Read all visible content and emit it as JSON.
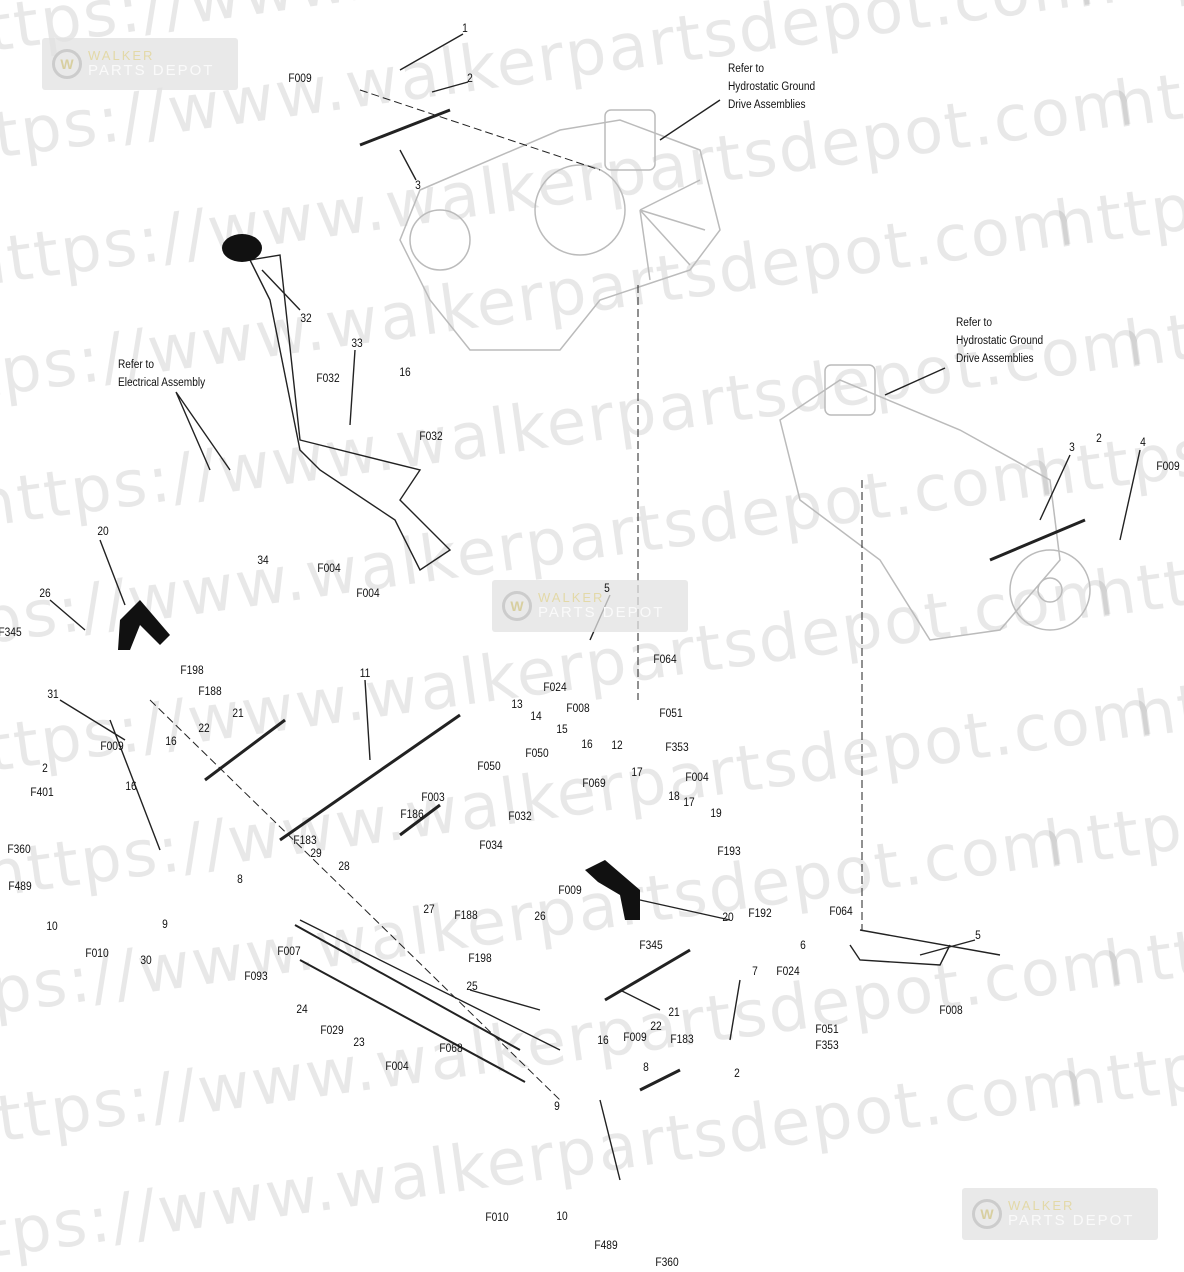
{
  "watermark": "https://www.walkerpartsdepot.com",
  "logo": {
    "line1": "WALKER",
    "line2": "PARTS DEPOT"
  },
  "notes": {
    "hydro_top": [
      "Refer to",
      "Hydrostatic Ground",
      "Drive Assemblies"
    ],
    "hydro_right": [
      "Refer to",
      "Hydrostatic Ground",
      "Drive Assemblies"
    ],
    "electrical": [
      "Refer to",
      "Electrical Assembly"
    ]
  },
  "labels": [
    "1",
    "2",
    "F009",
    "3",
    "32",
    "33",
    "F032",
    "16",
    "F032",
    "34",
    "F004",
    "F004",
    "3",
    "2",
    "4",
    "F009",
    "20",
    "26",
    "F345",
    "31",
    "F198",
    "F188",
    "22",
    "21",
    "16",
    "F009",
    "2",
    "16",
    "F401",
    "F360",
    "F489",
    "10",
    "9",
    "F010",
    "30",
    "F007",
    "F093",
    "8",
    "F183",
    "29",
    "28",
    "11",
    "5",
    "F064",
    "F024",
    "F008",
    "12",
    "F051",
    "F353",
    "13",
    "14",
    "15",
    "16",
    "F050",
    "F050",
    "F069",
    "17",
    "F004",
    "F003",
    "F186",
    "18",
    "17",
    "19",
    "F032",
    "F034",
    "F193",
    "27",
    "F009",
    "20",
    "F192",
    "F188",
    "26",
    "F198",
    "F345",
    "21",
    "22",
    "24",
    "25",
    "F029",
    "23",
    "F068",
    "F004",
    "16",
    "F009",
    "F183",
    "8",
    "7",
    "2",
    "9",
    "F010",
    "10",
    "F489",
    "F360",
    "F064",
    "5",
    "6",
    "F024",
    "F008",
    "F051",
    "F353"
  ],
  "colors": {
    "line": "#222222",
    "housing": "#bbbbbb",
    "handle": "#111111"
  }
}
